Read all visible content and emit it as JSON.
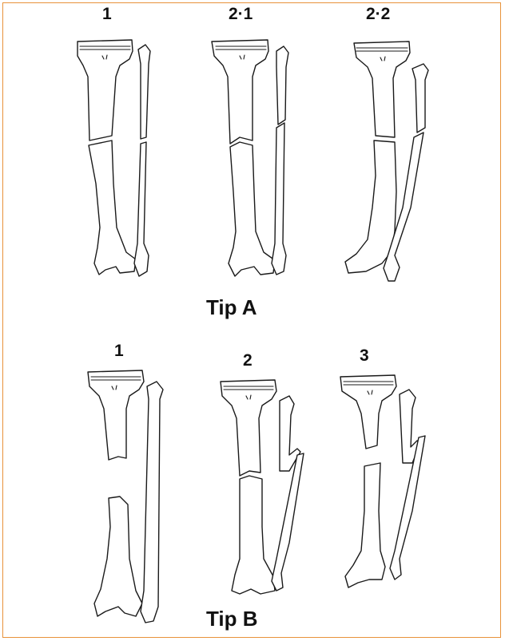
{
  "frame": {
    "border_color": "#E8923A"
  },
  "tip_a": {
    "title": "Tip A",
    "panels": [
      {
        "label": "1"
      },
      {
        "label": "2·1"
      },
      {
        "label": "2·2"
      }
    ]
  },
  "tip_b": {
    "title": "Tip B",
    "panels": [
      {
        "label": "1"
      },
      {
        "label": "2"
      },
      {
        "label": "3"
      }
    ]
  }
}
